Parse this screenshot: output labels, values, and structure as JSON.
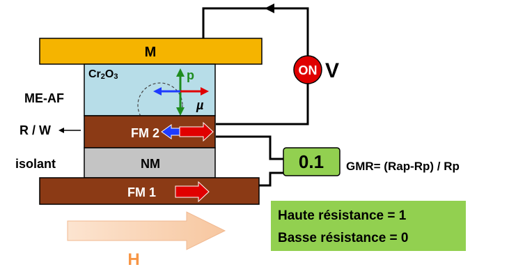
{
  "layers": {
    "top_metal": "M",
    "me_af_material": "Cr2O3",
    "me_af_material_base": "Cr",
    "me_af_material_sub1": "2",
    "me_af_material_mid": "O",
    "me_af_material_sub2": "3",
    "fm2": "FM 2",
    "nm": "NM",
    "fm1": "FM 1"
  },
  "side_labels": {
    "me_af": "ME-AF",
    "read_write": "R / W",
    "isolant": "isolant"
  },
  "vectors": {
    "p": "p",
    "mu": "µ"
  },
  "voltage": {
    "state": "ON",
    "label": "V"
  },
  "gmr": {
    "value": "0.1",
    "formula": "GMR= (Rap-Rp) / Rp"
  },
  "legend": {
    "high": "Haute résistance = 1",
    "low": "Basse résistance = 0"
  },
  "field": {
    "label": "H"
  },
  "colors": {
    "metal": "#f5b400",
    "me_af": "#b7dde8",
    "fm": "#8b3a15",
    "nm": "#c4c4c4",
    "on_circle": "#e00000",
    "gmr_box": "#92d050",
    "field_arrow": "#fbd4b4",
    "field_label": "#f79646",
    "p_vector": "#1e8c1e",
    "mu_vector": "#1f3cff"
  }
}
